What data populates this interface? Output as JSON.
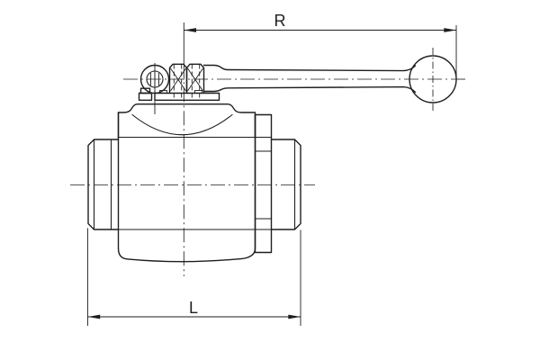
{
  "page": {
    "background_color": "#ffffff",
    "line_color": "#1e1e1e"
  },
  "drawing": {
    "type": "technical-drawing",
    "subject": "ball-valve-with-lever-handle-side-view",
    "labels": {
      "r_dimension": "R",
      "l_dimension": "L"
    }
  }
}
